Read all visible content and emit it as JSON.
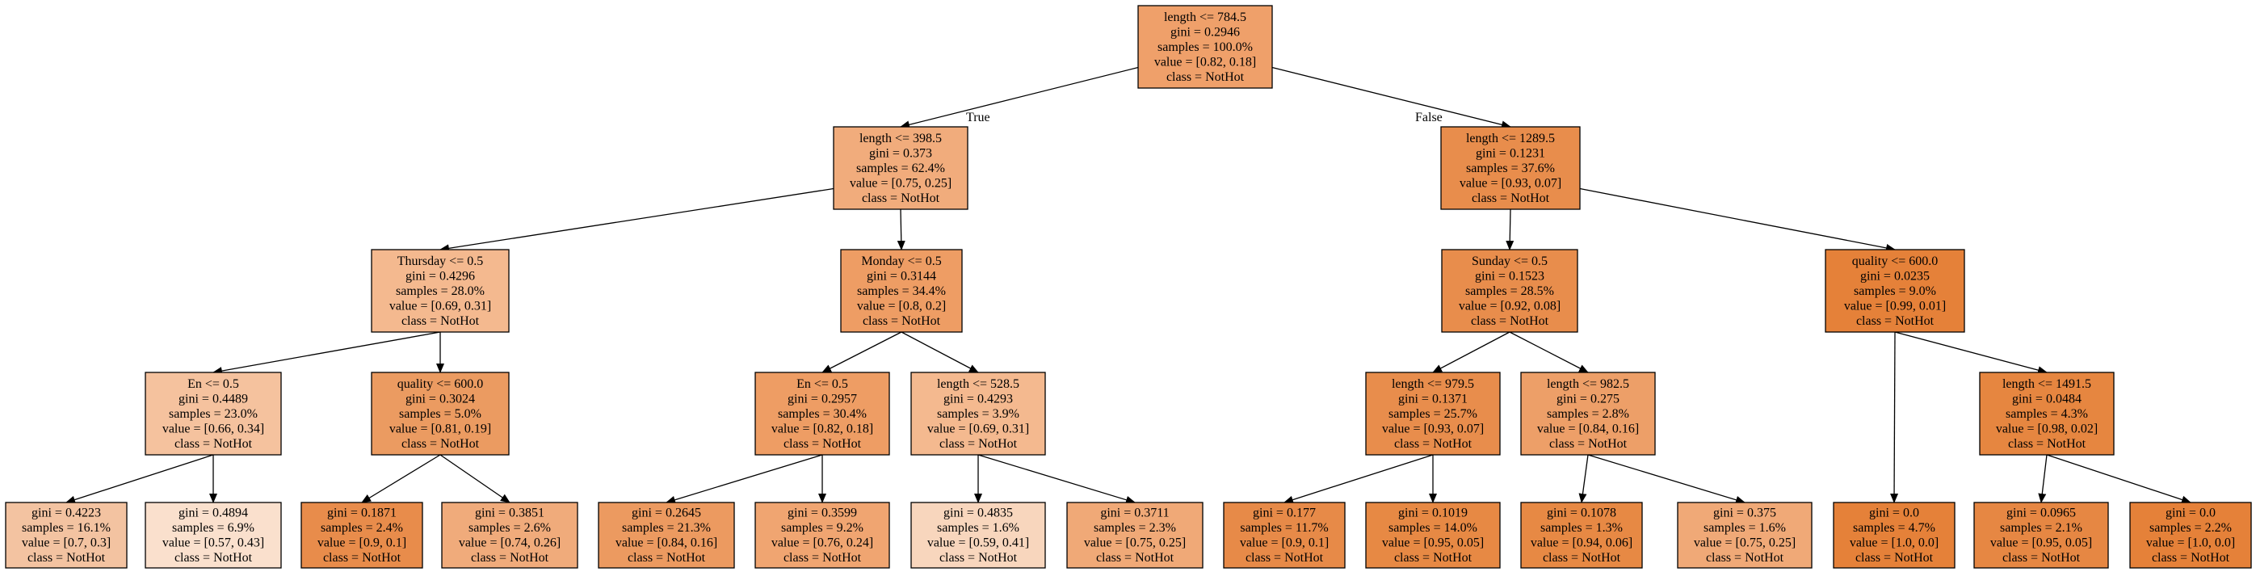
{
  "edge_labels": {
    "true_label": "True",
    "false_label": "False"
  },
  "nodes": [
    {
      "id": "n0",
      "fill": "#efa06a",
      "lines": [
        "length <= 784.5",
        "gini = 0.2946",
        "samples = 100.0%",
        "value = [0.82, 0.18]",
        "class = NotHot"
      ]
    },
    {
      "id": "n1",
      "fill": "#f1ac7c",
      "lines": [
        "length <= 398.5",
        "gini = 0.373",
        "samples = 62.4%",
        "value = [0.75, 0.25]",
        "class = NotHot"
      ]
    },
    {
      "id": "n2",
      "fill": "#e88d4c",
      "lines": [
        "length <= 1289.5",
        "gini = 0.1231",
        "samples = 37.6%",
        "value = [0.93, 0.07]",
        "class = NotHot"
      ]
    },
    {
      "id": "n3",
      "fill": "#f4b98f",
      "lines": [
        "Thursday <= 0.5",
        "gini = 0.4296",
        "samples = 28.0%",
        "value = [0.69, 0.31]",
        "class = NotHot"
      ]
    },
    {
      "id": "n4",
      "fill": "#ee9d64",
      "lines": [
        "Monday <= 0.5",
        "gini = 0.3144",
        "samples = 34.4%",
        "value = [0.8, 0.2]",
        "class = NotHot"
      ]
    },
    {
      "id": "n5",
      "fill": "#e88d4c",
      "lines": [
        "Sunday <= 0.5",
        "gini = 0.1523",
        "samples = 28.5%",
        "value = [0.92, 0.08]",
        "class = NotHot"
      ]
    },
    {
      "id": "n6",
      "fill": "#e58139",
      "lines": [
        "quality <= 600.0",
        "gini = 0.0235",
        "samples = 9.0%",
        "value = [0.99, 0.01]",
        "class = NotHot"
      ]
    },
    {
      "id": "n7",
      "fill": "#f5c29e",
      "lines": [
        "En <= 0.5",
        "gini = 0.4489",
        "samples = 23.0%",
        "value = [0.66, 0.34]",
        "class = NotHot"
      ]
    },
    {
      "id": "n8",
      "fill": "#eb9b61",
      "lines": [
        "quality <= 600.0",
        "gini = 0.3024",
        "samples = 5.0%",
        "value = [0.81, 0.19]",
        "class = NotHot"
      ]
    },
    {
      "id": "n9",
      "fill": "#ee9d64",
      "lines": [
        "En <= 0.5",
        "gini = 0.2957",
        "samples = 30.4%",
        "value = [0.82, 0.18]",
        "class = NotHot"
      ]
    },
    {
      "id": "n10",
      "fill": "#f4b98f",
      "lines": [
        "length <= 528.5",
        "gini = 0.4293",
        "samples = 3.9%",
        "value = [0.69, 0.31]",
        "class = NotHot"
      ]
    },
    {
      "id": "n11",
      "fill": "#e88d4c",
      "lines": [
        "length <= 979.5",
        "gini = 0.1371",
        "samples = 25.7%",
        "value = [0.93, 0.07]",
        "class = NotHot"
      ]
    },
    {
      "id": "n12",
      "fill": "#ed9f68",
      "lines": [
        "length <= 982.5",
        "gini = 0.275",
        "samples = 2.8%",
        "value = [0.84, 0.16]",
        "class = NotHot"
      ]
    },
    {
      "id": "n13",
      "fill": "#e58139",
      "lines": [
        "",
        "gini = 0.0",
        "samples = 4.7%",
        "value = [1.0, 0.0]",
        "class = NotHot"
      ]
    },
    {
      "id": "n14",
      "fill": "#e68640",
      "lines": [
        "length <= 1491.5",
        "gini = 0.0484",
        "samples = 4.3%",
        "value = [0.98, 0.02]",
        "class = NotHot"
      ]
    },
    {
      "id": "n15",
      "fill": "#f3c3a1",
      "lines": [
        "gini = 0.4223",
        "samples = 16.1%",
        "value = [0.7, 0.3]",
        "class = NotHot"
      ]
    },
    {
      "id": "n16",
      "fill": "#fae0cd",
      "lines": [
        "gini = 0.4894",
        "samples = 6.9%",
        "value = [0.57, 0.43]",
        "class = NotHot"
      ]
    },
    {
      "id": "n17",
      "fill": "#e88c4b",
      "lines": [
        "gini = 0.1871",
        "samples = 2.4%",
        "value = [0.9, 0.1]",
        "class = NotHot"
      ]
    },
    {
      "id": "n18",
      "fill": "#f0ab7b",
      "lines": [
        "gini = 0.3851",
        "samples = 2.6%",
        "value = [0.74, 0.26]",
        "class = NotHot"
      ]
    },
    {
      "id": "n19",
      "fill": "#ec9a60",
      "lines": [
        "gini = 0.2645",
        "samples = 21.3%",
        "value = [0.84, 0.16]",
        "class = NotHot"
      ]
    },
    {
      "id": "n20",
      "fill": "#f0a571",
      "lines": [
        "gini = 0.3599",
        "samples = 9.2%",
        "value = [0.76, 0.24]",
        "class = NotHot"
      ]
    },
    {
      "id": "n21",
      "fill": "#f8d6bd",
      "lines": [
        "gini = 0.4835",
        "samples = 1.6%",
        "value = [0.59, 0.41]",
        "class = NotHot"
      ]
    },
    {
      "id": "n22",
      "fill": "#f0a977",
      "lines": [
        "gini = 0.3711",
        "samples = 2.3%",
        "value = [0.75, 0.25]",
        "class = NotHot"
      ]
    },
    {
      "id": "n23",
      "fill": "#e78a48",
      "lines": [
        "gini = 0.177",
        "samples = 11.7%",
        "value = [0.9, 0.1]",
        "class = NotHot"
      ]
    },
    {
      "id": "n24",
      "fill": "#e78944",
      "lines": [
        "gini = 0.1019",
        "samples = 14.0%",
        "value = [0.95, 0.05]",
        "class = NotHot"
      ]
    },
    {
      "id": "n25",
      "fill": "#e78944",
      "lines": [
        "gini = 0.1078",
        "samples = 1.3%",
        "value = [0.94, 0.06]",
        "class = NotHot"
      ]
    },
    {
      "id": "n26",
      "fill": "#f0a977",
      "lines": [
        "gini = 0.375",
        "samples = 1.6%",
        "value = [0.75, 0.25]",
        "class = NotHot"
      ]
    },
    {
      "id": "n27",
      "fill": "#e58139",
      "lines": [
        "gini = 0.0",
        "samples = 4.7%",
        "value = [1.0, 0.0]",
        "class = NotHot"
      ]
    },
    {
      "id": "n28",
      "fill": "#e68743",
      "lines": [
        "gini = 0.0965",
        "samples = 2.1%",
        "value = [0.95, 0.05]",
        "class = NotHot"
      ]
    },
    {
      "id": "n29",
      "fill": "#e58139",
      "lines": [
        "gini = 0.0",
        "samples = 2.2%",
        "value = [1.0, 0.0]",
        "class = NotHot"
      ]
    }
  ]
}
